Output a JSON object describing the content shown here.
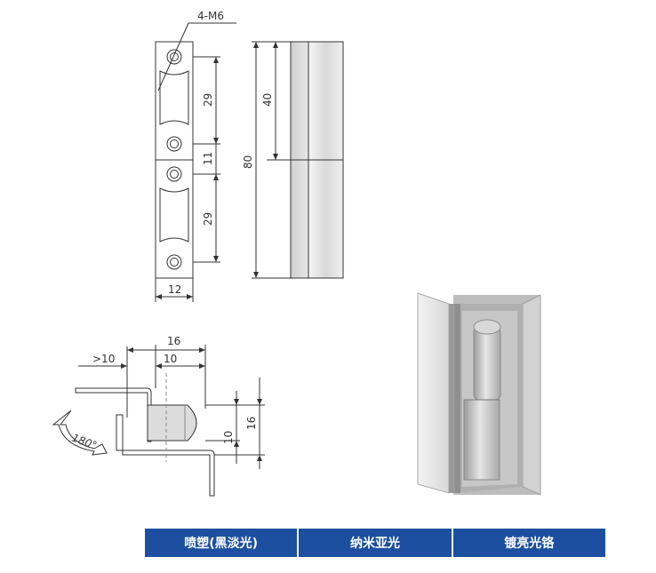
{
  "labels": {
    "holes": "4-M6",
    "dim_29_top": "29",
    "dim_11": "11",
    "dim_29_bottom": "29",
    "dim_12": "12",
    "dim_40": "40",
    "dim_80": "80",
    "dim_16_top": "16",
    "dim_gt10": ">10",
    "dim_10_top": "10",
    "dim_10_right": "10",
    "dim_16_right": "16",
    "rotation": "180°"
  },
  "finishes": [
    "喷塑(黑淡光)",
    "纳米亚光",
    "镀亮光铬"
  ],
  "colors": {
    "bar_blue": "#1c4fa0",
    "line": "#333333",
    "metal_light": "#e3e3e3",
    "metal_mid": "#c8c8c8",
    "metal_dark": "#9a9a9a"
  }
}
